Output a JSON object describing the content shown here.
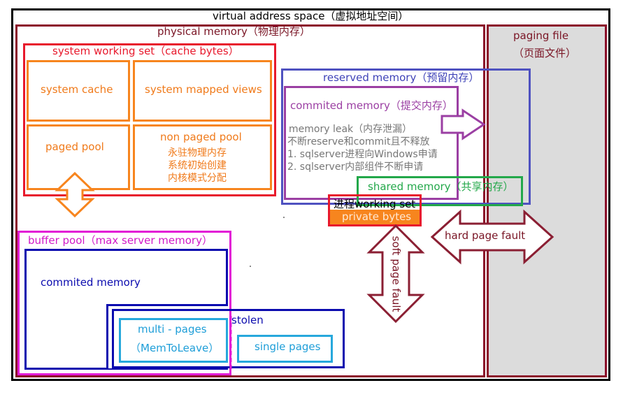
{
  "diagram": {
    "virtual_address_space": "virtual address space（虚拟地址空间）",
    "physical_memory": "physical memory（物理内存）",
    "paging_file": {
      "line1": "paging file",
      "line2": "（页面文件）"
    },
    "system_working_set": "system working set（cache bytes）",
    "system_cache": "system cache",
    "system_mapped_views": "system mapped views",
    "paged_pool": "paged pool",
    "non_paged_pool": {
      "title": "non paged pool",
      "line1": "永驻物理内存",
      "line2": "系统初始创建",
      "line3": "内核模式分配"
    },
    "reserved_memory": "reserved memory（预留内存）",
    "committed_memory_reserved": "commited memory（提交内存）",
    "memory_leak": {
      "line1": "memory leak（内存泄漏）",
      "line2": "不断reserve和commit且不释放",
      "line3": "1. sqlserver进程向Windows申请",
      "line4": "2. sqlserver内部组件不断申请"
    },
    "shared_memory": "shared memory（共享内存）",
    "process_working_set": "进程working set",
    "private_bytes": "private bytes",
    "hard_page_fault": "hard page fault",
    "soft_page_fault": "soft page fault",
    "buffer_pool": "buffer pool（max server memory）",
    "committed_memory_bp": "commited memory",
    "stolen": "stolen",
    "multi_pages": {
      "line1": "multi - pages",
      "line2": "（MemToLeave）"
    },
    "single_pages": "single pages"
  },
  "colors": {
    "outer_black": "#000000",
    "physical_maroon": "#8b0f2a",
    "paging_fill": "#dcdcdc",
    "red": "#e8192c",
    "orange": "#f7851e",
    "purple": "#9b3fa3",
    "blue_reserved": "#4f52c0",
    "green": "#23a84a",
    "magenta": "#e21ad6",
    "navy": "#0c0caf",
    "cyan": "#27a8dc",
    "arrow_maroon": "#8b1f33"
  }
}
